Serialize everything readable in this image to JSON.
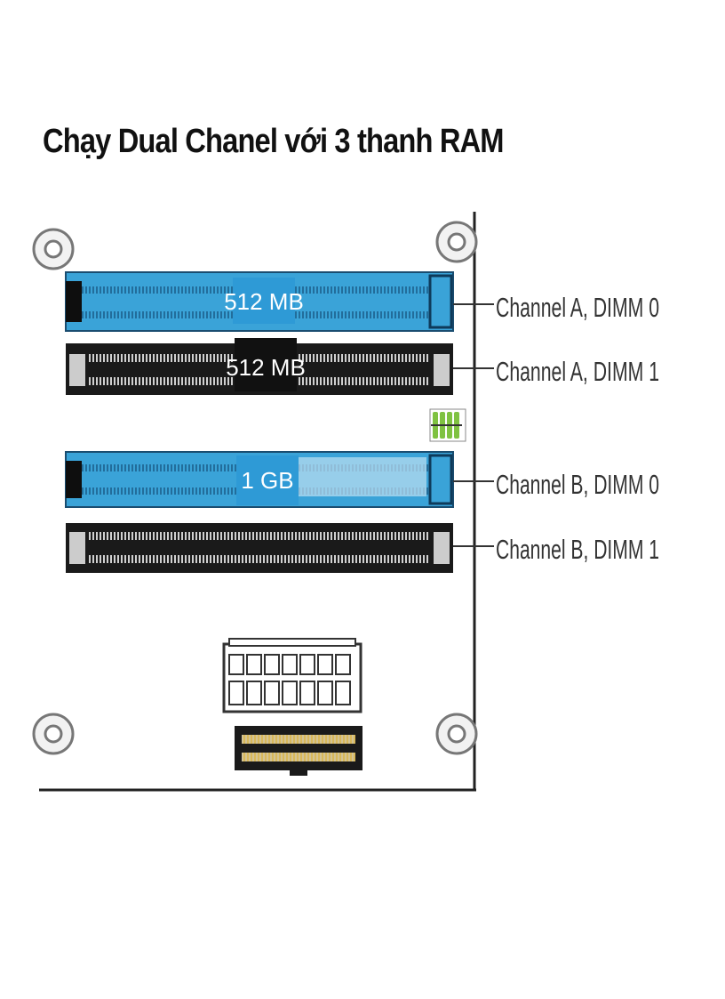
{
  "title": "Chạy Dual Chanel với 3 thanh RAM",
  "colors": {
    "blue_slot": "#3aa3d8",
    "black_slot": "#1a1a1a",
    "label_blue_box": "#2e9ad6",
    "label_black_box": "#111111",
    "board_line": "#222222",
    "pin_header": "#7fc241"
  },
  "slots": [
    {
      "label": "Channel A, DIMM 0",
      "module": "512 MB",
      "color": "blue"
    },
    {
      "label": "Channel A, DIMM 1",
      "module": "512 MB",
      "color": "black"
    },
    {
      "label": "Channel B, DIMM 0",
      "module": "1 GB",
      "color": "blue"
    },
    {
      "label": "Channel B, DIMM 1",
      "module": "",
      "color": "black"
    }
  ]
}
